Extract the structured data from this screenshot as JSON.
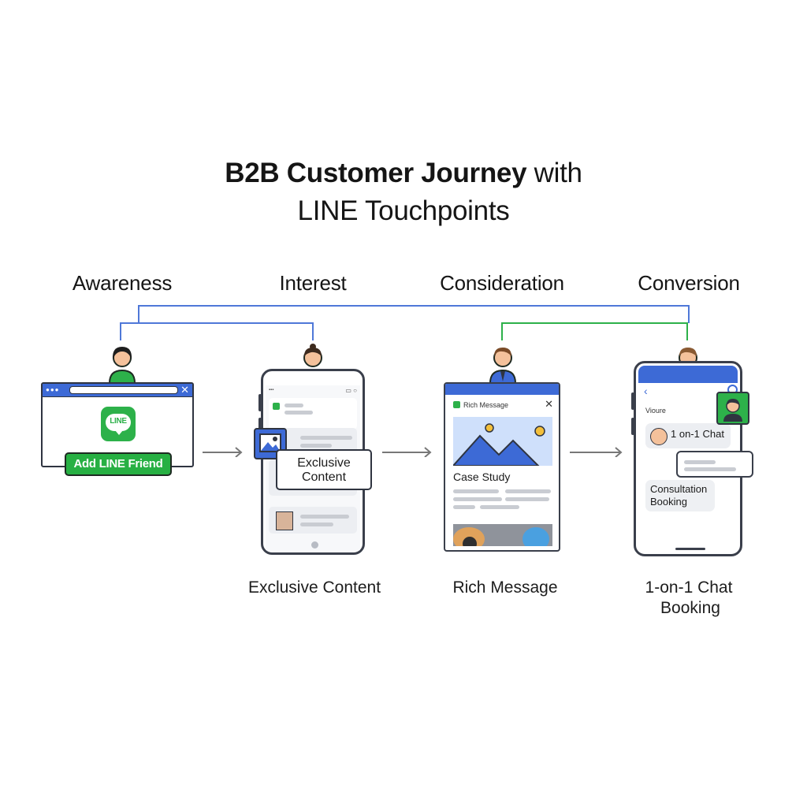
{
  "title": {
    "bold": "B2B Customer Journey",
    "rest": " with",
    "line2": "LINE Touchpoints"
  },
  "stages": [
    "Awareness",
    "Interest",
    "Consideration",
    "Conversion"
  ],
  "captions": {
    "interest": "Exclusive Content",
    "consideration": "Rich Message",
    "conversion_line1": "1-on-1 Chat",
    "conversion_line2": "Booking"
  },
  "awareness": {
    "logo_text": "LINE",
    "button": "Add LINE Friend"
  },
  "interest": {
    "callout_line1": "Exclusive",
    "callout_line2": "Content"
  },
  "consideration": {
    "header": "Rich Message",
    "card_title": "Case Study"
  },
  "conversion": {
    "top_label": "Vioure",
    "chat": "1 on-1 Chat",
    "booking_line1": "Consultation",
    "booking_line2": "Booking"
  },
  "colors": {
    "blue": "#3d6ad6",
    "green": "#2db14a",
    "outline": "#2f3440"
  },
  "icons": [
    "person-icon",
    "line-logo-icon",
    "image-icon",
    "mountain-image",
    "agent-avatar-icon",
    "back-chevron-icon",
    "search-icon"
  ]
}
